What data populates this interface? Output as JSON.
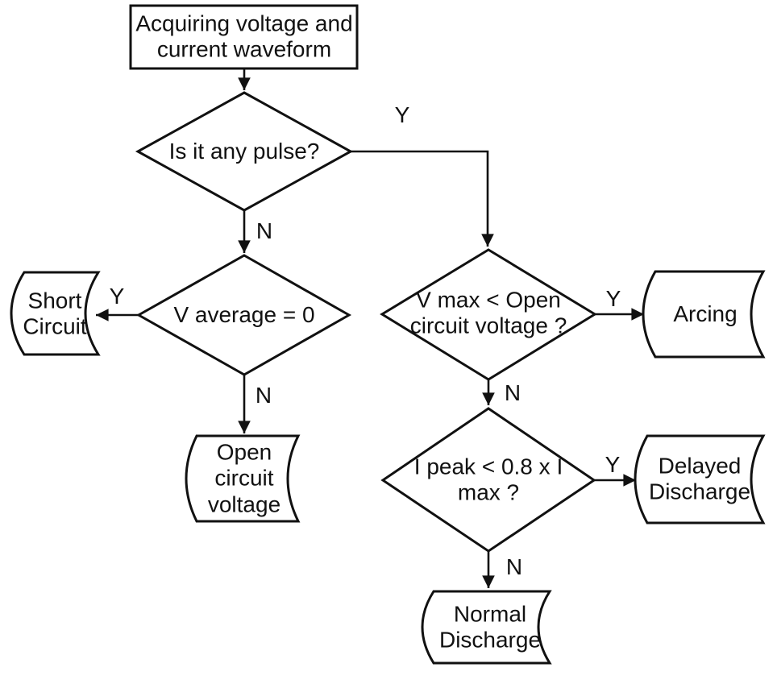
{
  "flowchart": {
    "background_color": "#ffffff",
    "stroke_color": "#111111",
    "text_color": "#111111",
    "nodes": {
      "start": {
        "type": "process",
        "label": "Acquiring voltage and\ncurrent waveform"
      },
      "pulse_decision": {
        "type": "decision",
        "label": "Is it any pulse?"
      },
      "vavg_decision": {
        "type": "decision",
        "label": "V average = 0"
      },
      "vmax_decision": {
        "type": "decision",
        "label": "V max < Open\ncircuit voltage ?"
      },
      "ipeak_decision": {
        "type": "decision",
        "label": "I peak < 0.8 x I\nmax ?"
      },
      "short_circuit": {
        "type": "stored_data",
        "label": "Short\nCircuit"
      },
      "open_circuit_voltage": {
        "type": "stored_data",
        "label": "Open\ncircuit\nvoltage"
      },
      "arcing": {
        "type": "stored_data",
        "label": "Arcing"
      },
      "delayed_discharge": {
        "type": "stored_data",
        "label": "Delayed\nDischarge"
      },
      "normal_discharge": {
        "type": "stored_data",
        "label": "Normal\nDischarge"
      }
    },
    "branches": {
      "pulse_yes": "Y",
      "pulse_no": "N",
      "vavg_yes": "Y",
      "vavg_no": "N",
      "vmax_yes": "Y",
      "vmax_no": "N",
      "ipeak_yes": "Y",
      "ipeak_no": "N"
    }
  }
}
